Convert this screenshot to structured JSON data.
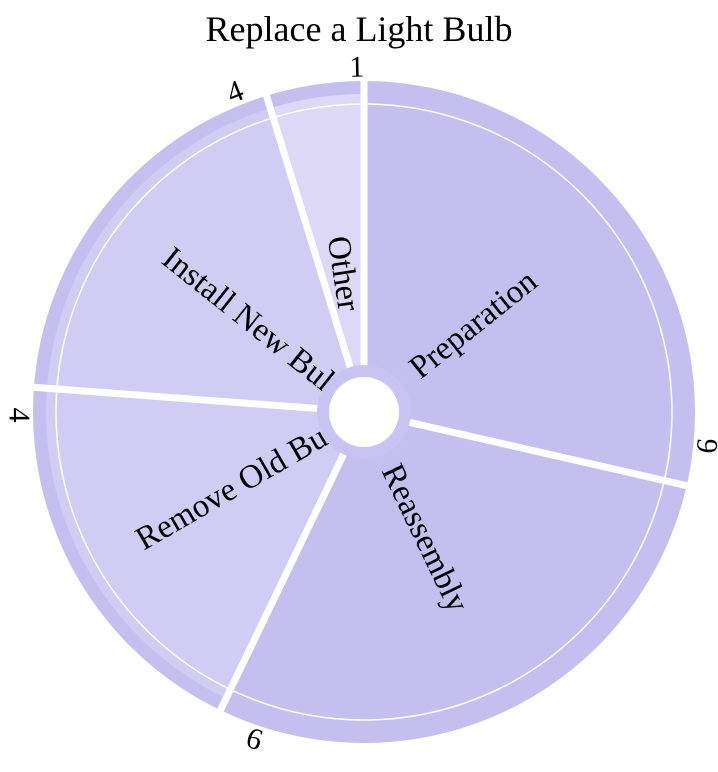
{
  "chart_data": {
    "type": "pie",
    "title": "Replace a Light Bulb",
    "categories": [
      "Preparation",
      "Reassembly",
      "Remove Old Bulb",
      "Install New Bulb",
      "Other"
    ],
    "values": [
      6,
      6,
      4,
      4,
      1
    ],
    "count_labels": [
      "6",
      "6",
      "4",
      "4",
      "1"
    ],
    "colors": {
      "Preparation": "#c5bff0",
      "Reassembly": "#c5bff0",
      "Remove Old Bulb": "#d0ccf3",
      "Install New Bulb": "#d0ccf3",
      "Other": "#dcd8f6"
    },
    "outer_ring_color": "#c5bff0",
    "center_ring_color": "#c9c3f1",
    "divider_color": "#ffffff",
    "background": "#ffffff"
  }
}
